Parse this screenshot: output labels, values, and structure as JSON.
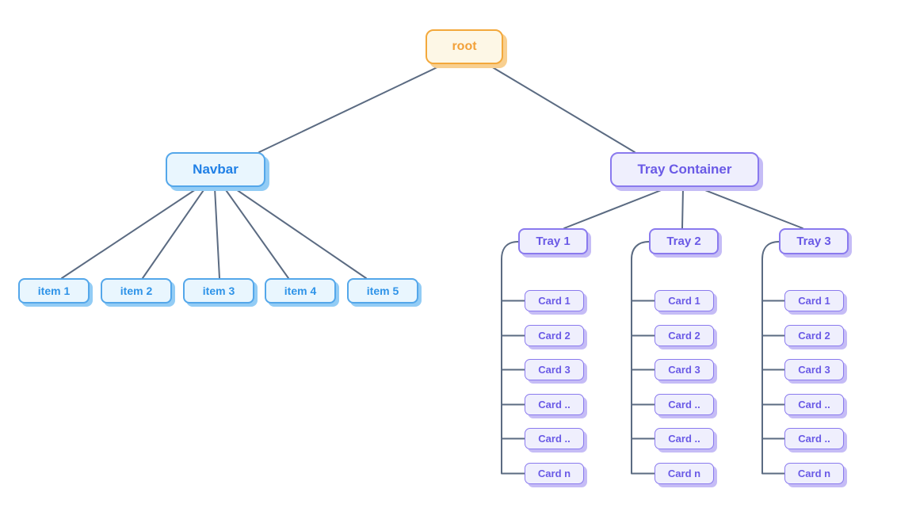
{
  "diagram": {
    "root": {
      "label": "root"
    },
    "navbar": {
      "label": "Navbar",
      "items": [
        {
          "label": "item 1"
        },
        {
          "label": "item 2"
        },
        {
          "label": "item 3"
        },
        {
          "label": "item 4"
        },
        {
          "label": "item 5"
        }
      ]
    },
    "tray_container": {
      "label": "Tray Container",
      "trays": [
        {
          "label": "Tray 1",
          "cards": [
            {
              "label": "Card 1"
            },
            {
              "label": "Card 2"
            },
            {
              "label": "Card 3"
            },
            {
              "label": "Card .."
            },
            {
              "label": "Card .."
            },
            {
              "label": "Card n"
            }
          ]
        },
        {
          "label": "Tray 2",
          "cards": [
            {
              "label": "Card 1"
            },
            {
              "label": "Card 2"
            },
            {
              "label": "Card 3"
            },
            {
              "label": "Card .."
            },
            {
              "label": "Card .."
            },
            {
              "label": "Card n"
            }
          ]
        },
        {
          "label": "Tray 3",
          "cards": [
            {
              "label": "Card 1"
            },
            {
              "label": "Card 2"
            },
            {
              "label": "Card 3"
            },
            {
              "label": "Card .."
            },
            {
              "label": "Card .."
            },
            {
              "label": "Card n"
            }
          ]
        }
      ]
    }
  },
  "colors": {
    "edge": "#5b6b82",
    "root_fill": "#fdf7e6",
    "root_border": "#f3a83b",
    "root_text": "#f2a13a",
    "root_shadow": "#f8cf8f",
    "blue_fill": "#e9f6fe",
    "blue_border": "#54a7ea",
    "blue_text": "#2080e6",
    "blue_shadow": "#92ccf5",
    "purple_fill": "#efeffd",
    "purple_border": "#8a7aee",
    "purple_text": "#6a5ae6",
    "purple_shadow": "#c5bcf6"
  }
}
